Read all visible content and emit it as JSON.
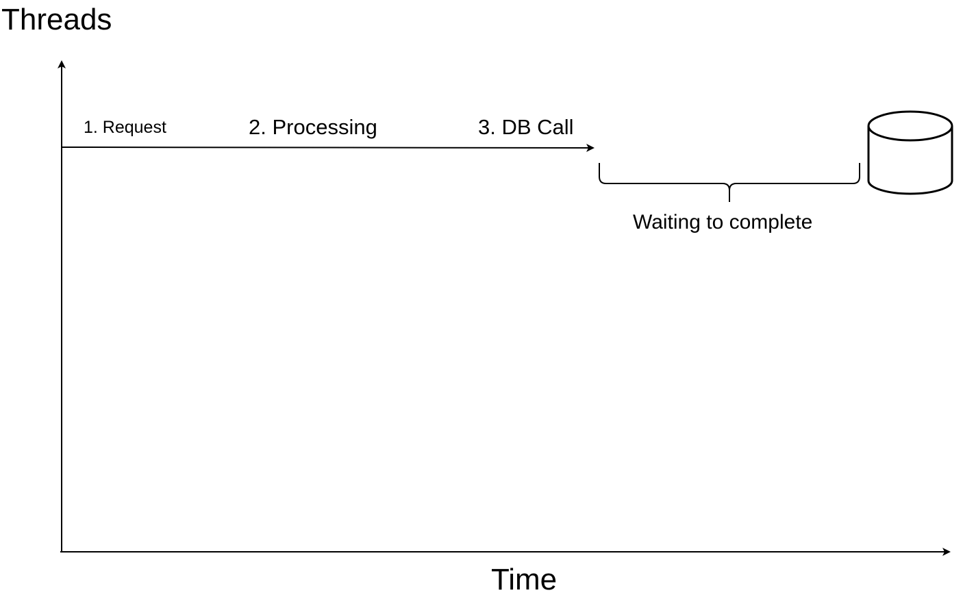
{
  "diagram": {
    "y_axis_label": "Threads",
    "x_axis_label": "Time",
    "steps": [
      {
        "label": "1. Request"
      },
      {
        "label": "2. Processing"
      },
      {
        "label": "3. DB Call"
      }
    ],
    "waiting_label": "Waiting to complete",
    "nodes": [
      {
        "name": "database",
        "shape": "cylinder-icon"
      }
    ],
    "line_color": "#000000",
    "background_color": "#ffffff"
  }
}
